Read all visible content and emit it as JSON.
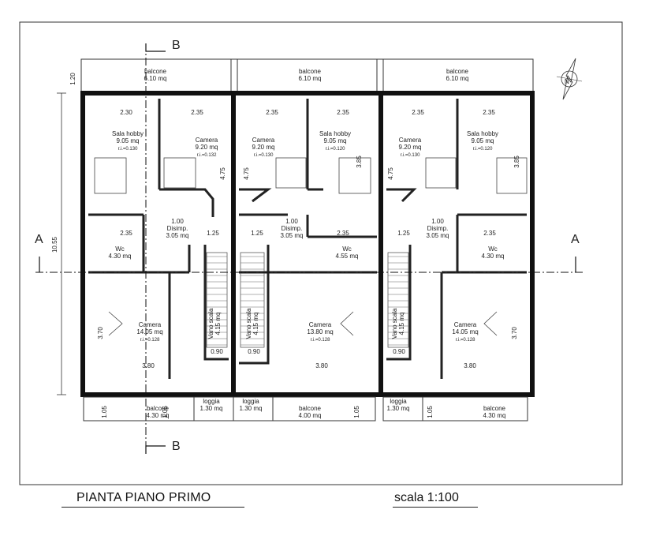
{
  "footer": {
    "title": "PIANTA PIANO PRIMO",
    "scale": "scala 1:100"
  },
  "north_label": "N",
  "sections": {
    "A": "A",
    "B": "B"
  },
  "rooms": [
    {
      "id": "balcone-top-1",
      "name": "balcone",
      "area": "6.10 mq"
    },
    {
      "id": "balcone-top-2",
      "name": "balcone",
      "area": "6.10 mq"
    },
    {
      "id": "balcone-top-3",
      "name": "balcone",
      "area": "6.10 mq"
    },
    {
      "id": "sala-hobby-1",
      "name": "Sala hobby",
      "area": "9.05 mq",
      "ri": "r.i.=0.130"
    },
    {
      "id": "camera-top-1",
      "name": "Camera",
      "area": "9.20 mq",
      "ri": "r.i.=0.132"
    },
    {
      "id": "camera-top-2",
      "name": "Camera",
      "area": "9.20 mq",
      "ri": "r.i.=0.130"
    },
    {
      "id": "sala-hobby-2",
      "name": "Sala hobby",
      "area": "9.05 mq",
      "ri": "r.i.=0.120"
    },
    {
      "id": "camera-top-3",
      "name": "Camera",
      "area": "9.20 mq",
      "ri": "r.i.=0.130"
    },
    {
      "id": "sala-hobby-3",
      "name": "Sala hobby",
      "area": "9.05 mq",
      "ri": "r.i.=0.120"
    },
    {
      "id": "disimp-1",
      "name": "Disimp.",
      "area": "3.05 mq",
      "pre": "1.00"
    },
    {
      "id": "disimp-2",
      "name": "Disimp.",
      "area": "3.05 mq",
      "pre": "1.00"
    },
    {
      "id": "disimp-3",
      "name": "Disimp.",
      "area": "3.05 mq",
      "pre": "1.00"
    },
    {
      "id": "wc-1",
      "name": "Wc",
      "area": "4.30 mq"
    },
    {
      "id": "wc-2",
      "name": "Wc",
      "area": "4.55 mq"
    },
    {
      "id": "wc-3",
      "name": "Wc",
      "area": "4.30 mq"
    },
    {
      "id": "camera-bot-1",
      "name": "Camera",
      "area": "14.05 mq",
      "ri": "r.i.=0.128"
    },
    {
      "id": "camera-bot-2",
      "name": "Camera",
      "area": "13.80 mq",
      "ri": "r.i.=0.128"
    },
    {
      "id": "camera-bot-3",
      "name": "Camera",
      "area": "14.05 mq",
      "ri": "r.i.=0.128"
    },
    {
      "id": "vano-scala-1",
      "name": "Vano scala",
      "area": "4.15 mq"
    },
    {
      "id": "vano-scala-2",
      "name": "Vano scala",
      "area": "4.15 mq"
    },
    {
      "id": "vano-scala-3",
      "name": "Vano scala",
      "area": "4.15 mq"
    },
    {
      "id": "loggia-1",
      "name": "loggia",
      "area": "1.30 mq"
    },
    {
      "id": "loggia-2",
      "name": "loggia",
      "area": "1.30 mq"
    },
    {
      "id": "loggia-3",
      "name": "loggia",
      "area": "1.30 mq"
    },
    {
      "id": "balcone-bot-1",
      "name": "balcone",
      "area": "4.30 mq"
    },
    {
      "id": "balcone-bot-2",
      "name": "balcone",
      "area": "4.00 mq"
    },
    {
      "id": "balcone-bot-3",
      "name": "balcone",
      "area": "4.30 mq"
    }
  ],
  "dimensions": [
    {
      "id": "d-1.20",
      "text": "1.20"
    },
    {
      "id": "d-10.55",
      "text": "10.55"
    },
    {
      "id": "d-2.30",
      "text": "2.30"
    },
    {
      "id": "d-2.35-a",
      "text": "2.35"
    },
    {
      "id": "d-2.35-b",
      "text": "2.35"
    },
    {
      "id": "d-2.35-c",
      "text": "2.35"
    },
    {
      "id": "d-2.35-d",
      "text": "2.35"
    },
    {
      "id": "d-2.35-e",
      "text": "2.35"
    },
    {
      "id": "d-4.75-a",
      "text": "4.75"
    },
    {
      "id": "d-4.75-b",
      "text": "4.75"
    },
    {
      "id": "d-4.75-c",
      "text": "4.75"
    },
    {
      "id": "d-3.85-a",
      "text": "3.85"
    },
    {
      "id": "d-3.85-b",
      "text": "3.85"
    },
    {
      "id": "d-1.25-a",
      "text": "1.25"
    },
    {
      "id": "d-1.25-b",
      "text": "1.25"
    },
    {
      "id": "d-1.25-c",
      "text": "1.25"
    },
    {
      "id": "d-2.35-wc1",
      "text": "2.35"
    },
    {
      "id": "d-2.35-wc2",
      "text": "2.35"
    },
    {
      "id": "d-2.35-wc3",
      "text": "2.35"
    },
    {
      "id": "d-3.80-a",
      "text": "3.80"
    },
    {
      "id": "d-3.80-b",
      "text": "3.80"
    },
    {
      "id": "d-3.80-c",
      "text": "3.80"
    },
    {
      "id": "d-3.70-a",
      "text": "3.70"
    },
    {
      "id": "d-3.70-b",
      "text": "3.70"
    },
    {
      "id": "d-0.90-a",
      "text": "0.90"
    },
    {
      "id": "d-0.90-b",
      "text": "0.90"
    },
    {
      "id": "d-0.90-c",
      "text": "0.90"
    },
    {
      "id": "d-1.05-a",
      "text": "1.05"
    },
    {
      "id": "d-1.05-b",
      "text": "1.05"
    },
    {
      "id": "d-1.05-c",
      "text": "1.05"
    },
    {
      "id": "d-1.05-d",
      "text": "1.05"
    }
  ]
}
